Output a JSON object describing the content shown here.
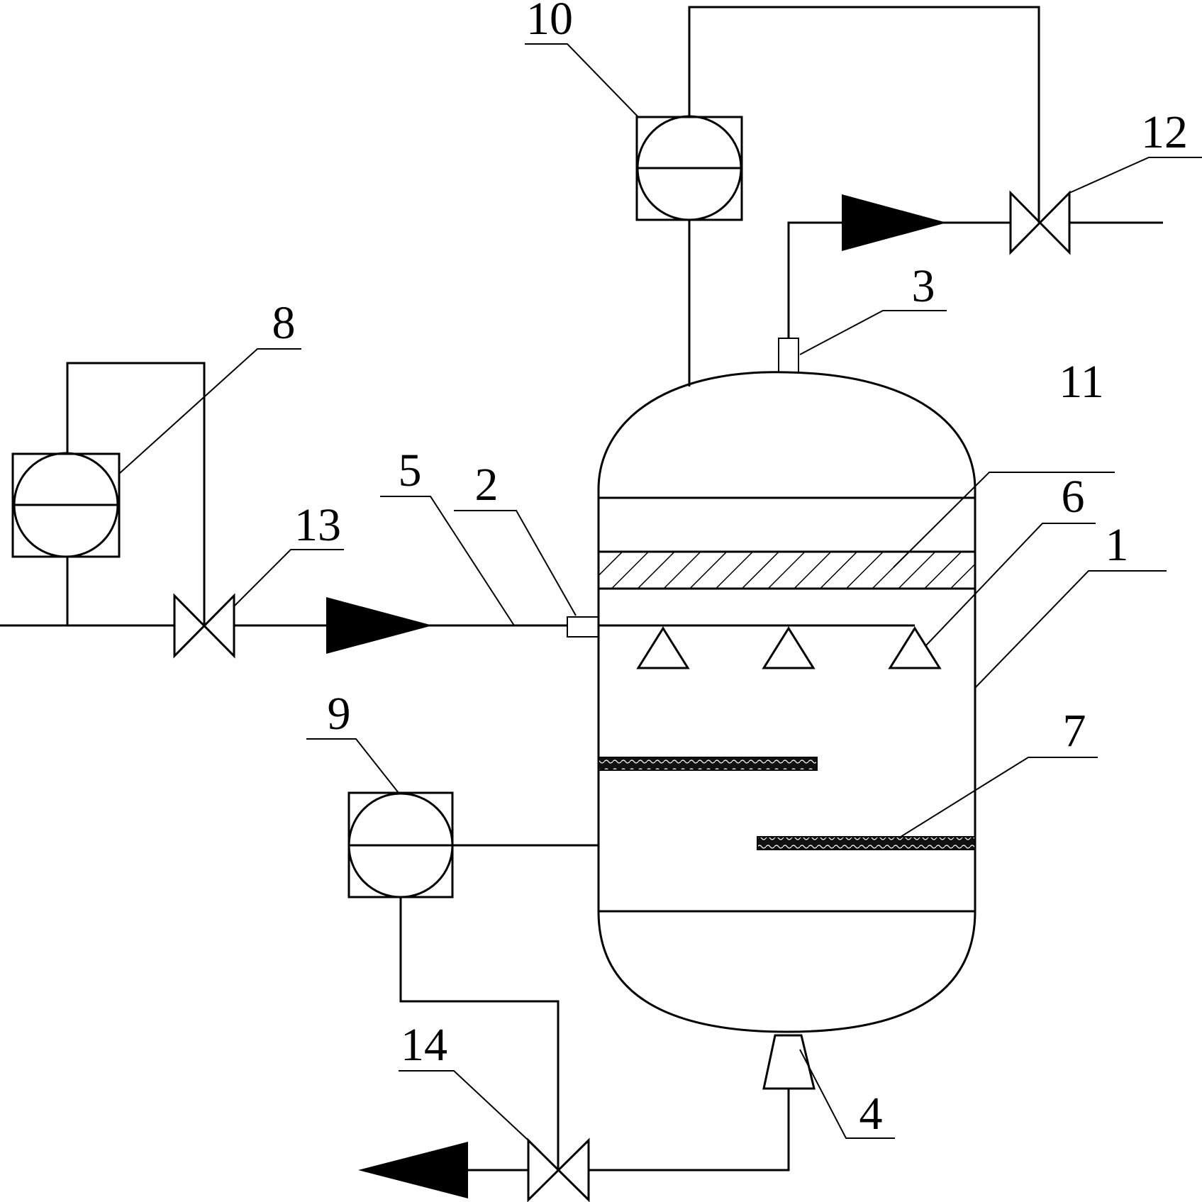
{
  "labels": {
    "vessel": "1",
    "inlet_port": "2",
    "outlet_port": "3",
    "bottom_port": "4",
    "inlet_pipe": "5",
    "spray_nozzle": "6",
    "baffle": "7",
    "instrument_inlet": "8",
    "instrument_bottom": "9",
    "instrument_top": "10",
    "packing_layer": "11",
    "valve_outlet": "12",
    "valve_inlet": "13",
    "valve_bottom": "14"
  },
  "colors": {
    "line": "#000000",
    "background": "#ffffff"
  }
}
